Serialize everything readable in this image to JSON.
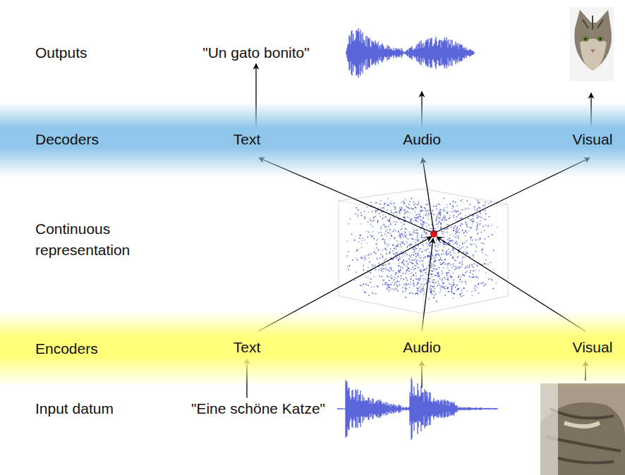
{
  "diagram": {
    "nodes": [
      {
        "text": [
          "\"Un gato bonito\""
        ]
      },
      {
        "text": [
          "Decoders"
        ]
      },
      {
        "text": [
          "Text"
        ],
        "in": 1
      },
      {
        "text": [
          "Audio"
        ],
        "in": 1
      },
      {
        "text": [
          "Visual"
        ],
        "in": 1
      },
      {
        "text": [
          "Encoders"
        ]
      },
      {
        "text": [
          "Text"
        ],
        "in": 5
      },
      {
        "text": [
          "Audio"
        ],
        "in": 5
      },
      {
        "text": [
          "Visual"
        ],
        "in": 5
      },
      {
        "text": [
          "\"Eine schöne Katze\""
        ]
      }
    ],
    "edges": [
      {
        "from": 2,
        "to": 0,
        "arrow": "to"
      },
      {
        "from": 9,
        "to": 6,
        "arrow": "to"
      }
    ],
    "labels": [
      "Outputs",
      "Continuous representation",
      "Input datum"
    ]
  }
}
